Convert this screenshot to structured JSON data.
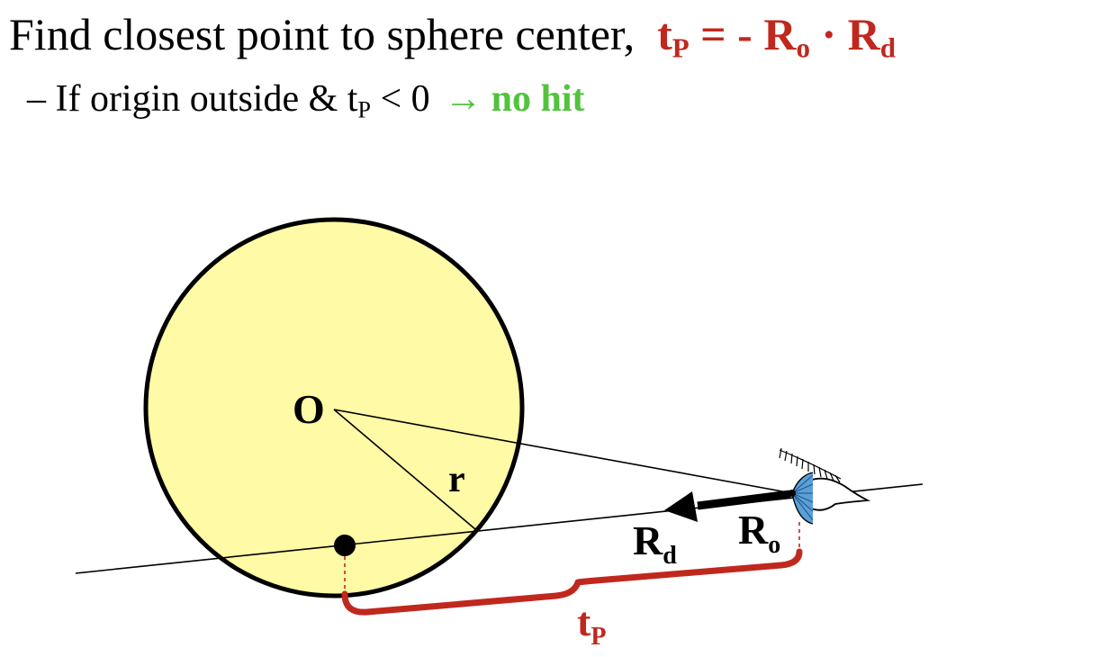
{
  "heading": {
    "text": "Find closest point to sphere center,",
    "formula": {
      "lhs": "t",
      "lhs_sub": "P",
      "eq": " = - ",
      "r1": "R",
      "r1_sub": "o",
      "dot": " · ",
      "r2": "R",
      "r2_sub": "d"
    },
    "color": "#c0281e"
  },
  "bullet": {
    "dash": "– ",
    "text": "If origin outside & t",
    "sub": "P",
    "cmp": " < 0",
    "arrow": "→",
    "result": "no hit",
    "result_color": "#52c33c"
  },
  "diagram": {
    "center_label": "O",
    "radius_label": "r",
    "dir_label": "R",
    "dir_sub": "d",
    "origin_label": "R",
    "origin_sub": "o",
    "tp_label": "t",
    "tp_sub": "P",
    "sphere_fill": "#fffaa5",
    "eye_color": "#5aa0d8",
    "icons": [
      "eye-icon"
    ]
  }
}
